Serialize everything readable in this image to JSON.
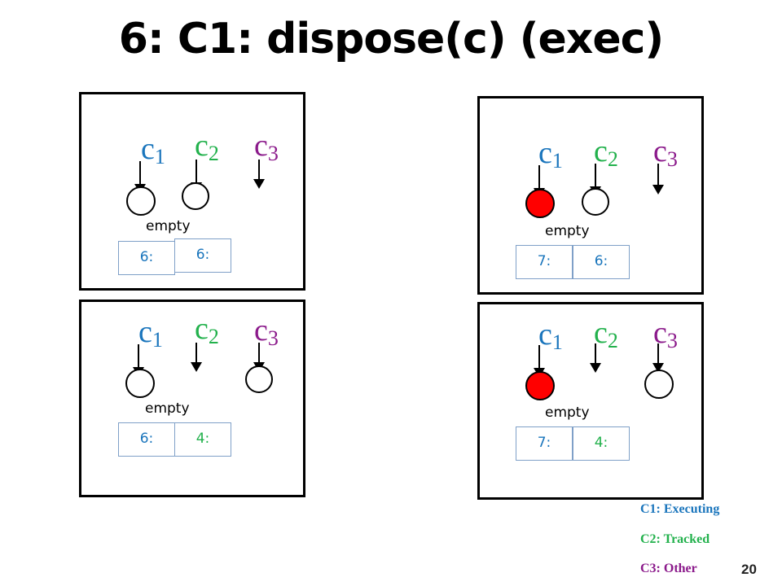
{
  "title": "6: C1: dispose(c) (exec)",
  "colors": {
    "c1": "#1a75bc",
    "c2": "#22b14c",
    "c3": "#8b1a8b",
    "executing_node": "#ff0000"
  },
  "var_base": "c",
  "var_subs": [
    "1",
    "2",
    "3"
  ],
  "empty_label": "empty",
  "panels": [
    {
      "cells": [
        "6:",
        "6:"
      ],
      "c1_node": "white",
      "c3_node": "none"
    },
    {
      "cells": [
        "7:",
        "6:"
      ],
      "c1_node": "red",
      "c3_node": "none"
    },
    {
      "cells": [
        "6:",
        "4:"
      ],
      "c1_node": "white",
      "c3_node": "white"
    },
    {
      "cells": [
        "7:",
        "4:"
      ],
      "c1_node": "red",
      "c3_node": "white"
    }
  ],
  "legend": [
    {
      "text": "C1: Executing",
      "color": "#1a75bc"
    },
    {
      "text": "C2: Tracked",
      "color": "#22b14c"
    },
    {
      "text": "C3: Other",
      "color": "#8b1a8b"
    }
  ],
  "page_number": "20"
}
